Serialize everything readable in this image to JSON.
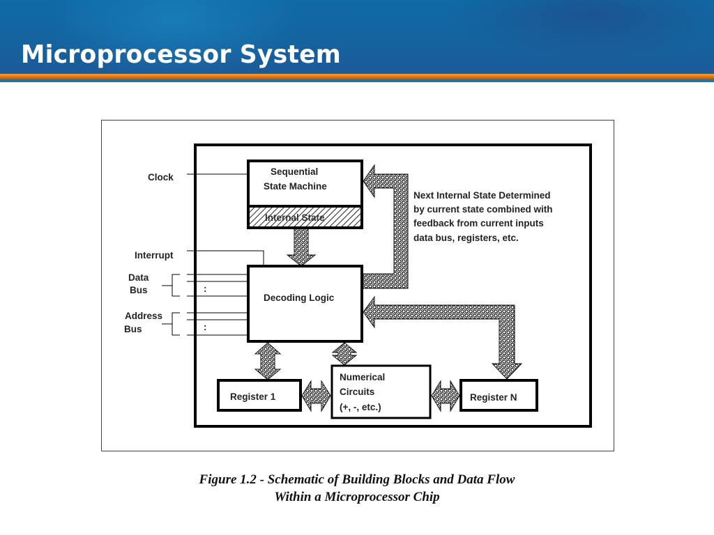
{
  "slide": {
    "title": "Microprocessor System",
    "colors": {
      "header_blue": "#14639f",
      "stripe_orange": "#e77a10"
    }
  },
  "diagram": {
    "external_signals": {
      "clock": "Clock",
      "interrupt": "Interrupt",
      "data_bus": [
        "Data",
        "Bus"
      ],
      "address_bus": [
        "Address",
        "Bus"
      ],
      "ellipsis": ":"
    },
    "blocks": {
      "sequential_state_machine": [
        "Sequential",
        "State Machine"
      ],
      "internal_state": "Internal State",
      "decoding_logic": "Decoding Logic",
      "register_1": "Register 1",
      "numerical_circuits": [
        "Numerical",
        "Circuits",
        "(+, -, etc.)"
      ],
      "register_n": "Register N"
    },
    "annotation": [
      "Next Internal State Determined",
      "by current state combined with",
      "feedback from current inputs",
      "data bus, registers, etc."
    ]
  },
  "caption": {
    "line1": "Figure 1.2 - Schematic of Building Blocks and Data Flow",
    "line2": "Within a Microprocessor Chip"
  }
}
